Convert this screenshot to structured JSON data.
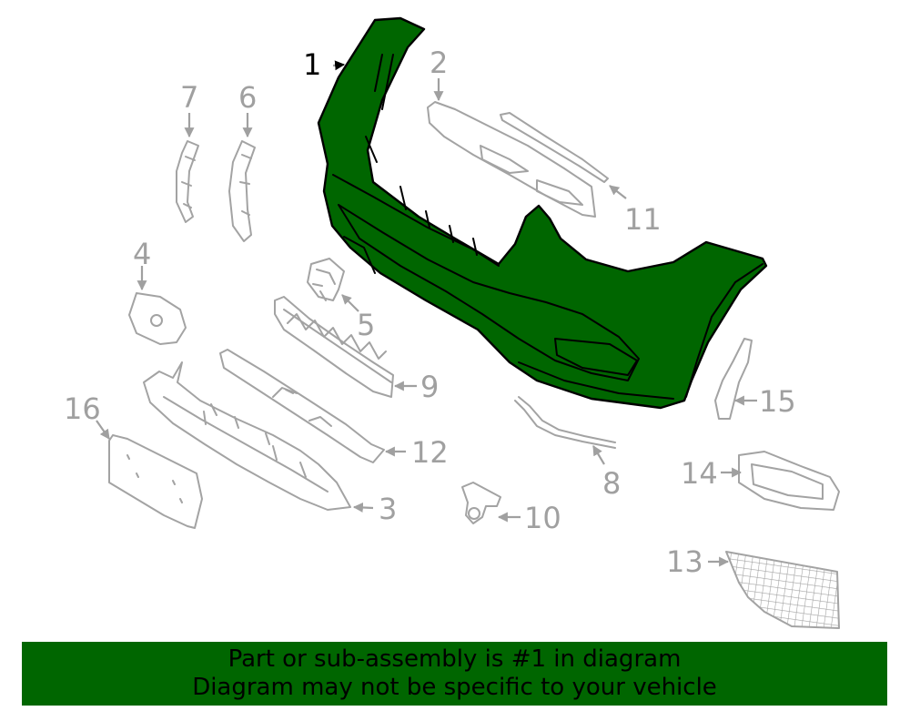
{
  "colors": {
    "highlight": "#006600",
    "outline": "#a3a3a3",
    "callout_text": "#a0a0a0",
    "banner_background": "#006600"
  },
  "callouts": [
    "1",
    "2",
    "3",
    "4",
    "5",
    "6",
    "7",
    "8",
    "9",
    "10",
    "11",
    "12",
    "13",
    "14",
    "15",
    "16"
  ],
  "highlighted_part": "1",
  "banner": {
    "line1": "Part or sub-assembly is #1 in diagram",
    "line2": "Diagram may not be specific to your vehicle"
  }
}
